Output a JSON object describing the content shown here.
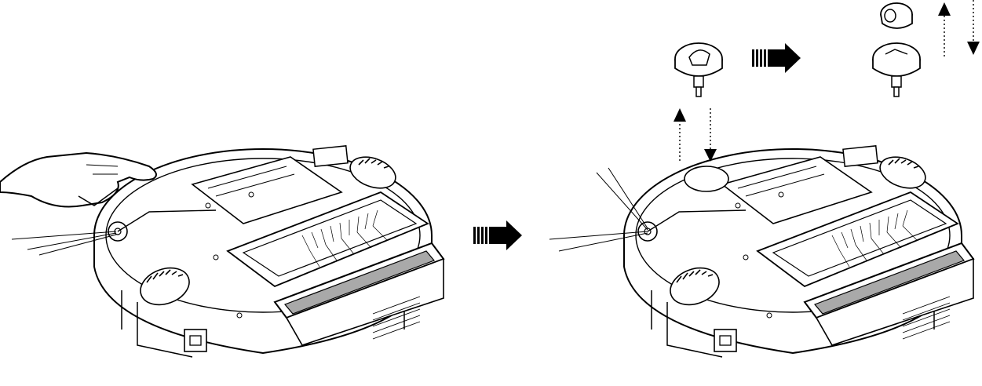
{
  "diagram": {
    "steps": [
      {
        "step": "press-and-remove-front-caster"
      },
      {
        "step": "front-caster-pulled-out"
      },
      {
        "step": "separate-wheel-from-caster-housing"
      }
    ],
    "colors": {
      "line": "#000000",
      "background": "#ffffff",
      "filter_fill": "#a9a9a9",
      "body_fill": "#ffffff"
    },
    "arrows": [
      {
        "name": "step-arrow",
        "style": "striped-block"
      },
      {
        "name": "remove-direction",
        "style": "dotted-up-down"
      }
    ]
  }
}
